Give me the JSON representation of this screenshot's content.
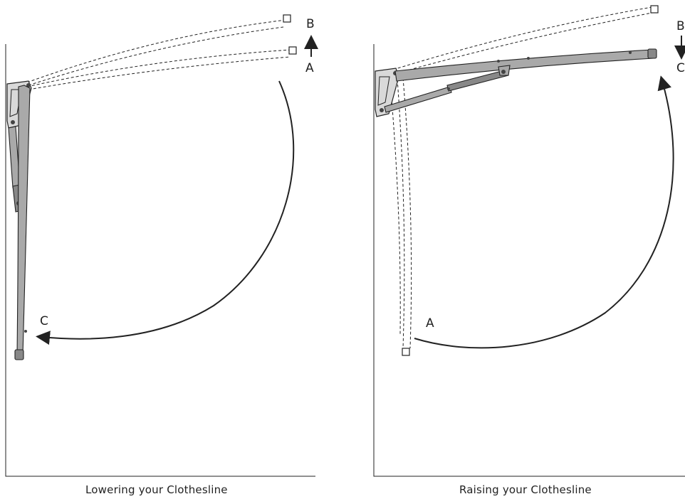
{
  "left_panel": {
    "caption": "Lowering your Clothesline",
    "labels": {
      "a": "A",
      "b": "B",
      "c": "C"
    }
  },
  "right_panel": {
    "caption": "Raising your Clothesline",
    "labels": {
      "a": "A",
      "b": "B",
      "c": "C"
    }
  }
}
